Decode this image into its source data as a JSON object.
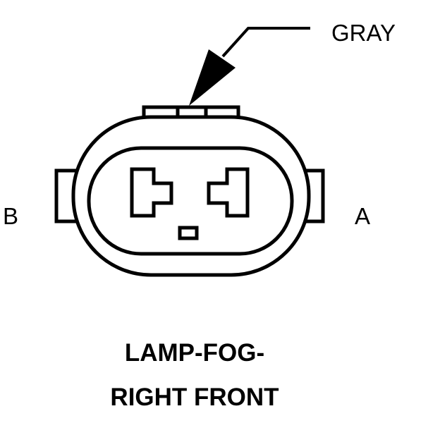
{
  "connector": {
    "wire_color_label": "GRAY",
    "pin_b_label": "B",
    "pin_a_label": "A",
    "title_line1": "LAMP-FOG-",
    "title_line2": "RIGHT FRONT"
  },
  "colors": {
    "ink": "#000000",
    "background": "#ffffff"
  }
}
